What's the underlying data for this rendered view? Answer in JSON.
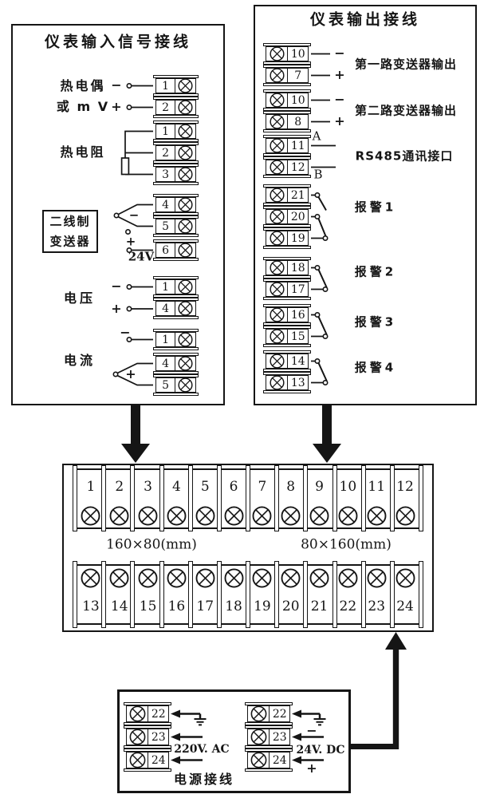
{
  "colors": {
    "line": "#151515",
    "background": "#ffffff"
  },
  "input_box": {
    "title": "仪表输入信号接线",
    "thermocouple": {
      "line1": "热电偶",
      "line2": "或 m V",
      "minus": "−",
      "plus": "+",
      "terminals": [
        "1",
        "2"
      ]
    },
    "rtd": {
      "label": "热电阻",
      "terminals": [
        "1",
        "2",
        "3"
      ]
    },
    "transmitter": {
      "line1": "二线制",
      "line2": "变送器",
      "minus": "−",
      "plus": "+",
      "supply": "24V",
      "terminals": [
        "4",
        "5"
      ],
      "supply_terminals": [
        "6"
      ]
    },
    "voltage": {
      "label": "电压",
      "minus": "−",
      "plus": "+",
      "terminals": [
        "1",
        "4"
      ]
    },
    "current": {
      "label": "电流",
      "minus": "−",
      "plus": "+",
      "terminals_a": [
        "1"
      ],
      "terminals_b": [
        "4",
        "5"
      ]
    }
  },
  "output_box": {
    "title": "仪表输出接线",
    "transmitter_out_1": {
      "terminals": [
        "10",
        "7"
      ],
      "minus": "−",
      "plus": "+",
      "label": "第一路变送器输出"
    },
    "transmitter_out_2": {
      "terminals": [
        "10",
        "8"
      ],
      "minus": "−",
      "plus": "+",
      "label": "第二路变送器输出"
    },
    "rs485": {
      "terminals": [
        "11",
        "12"
      ],
      "a": "A",
      "b": "B",
      "label": "RS485通讯接口"
    },
    "alarm1": {
      "terminals": [
        "21",
        "20",
        "19"
      ],
      "label": "报警1"
    },
    "alarm2": {
      "terminals": [
        "18",
        "17"
      ],
      "label": "报警2"
    },
    "alarm3": {
      "terminals": [
        "16",
        "15"
      ],
      "label": "报警3"
    },
    "alarm4": {
      "terminals": [
        "14",
        "13"
      ],
      "label": "报警4"
    }
  },
  "terminal_strip": {
    "top_row": [
      "1",
      "2",
      "3",
      "4",
      "5",
      "6",
      "7",
      "8",
      "9",
      "10",
      "11",
      "12"
    ],
    "bottom_row": [
      "13",
      "14",
      "15",
      "16",
      "17",
      "18",
      "19",
      "20",
      "21",
      "22",
      "23",
      "24"
    ],
    "size_label_left": "160×80(mm)",
    "size_label_right": "80×160(mm)"
  },
  "power_box": {
    "label": "电源接线",
    "ac": {
      "terminals": [
        "22",
        "23",
        "24"
      ],
      "label": "220V. AC"
    },
    "dc": {
      "terminals": [
        "22",
        "23",
        "24"
      ],
      "label": "24V. DC",
      "minus": "−",
      "plus": "+"
    }
  }
}
